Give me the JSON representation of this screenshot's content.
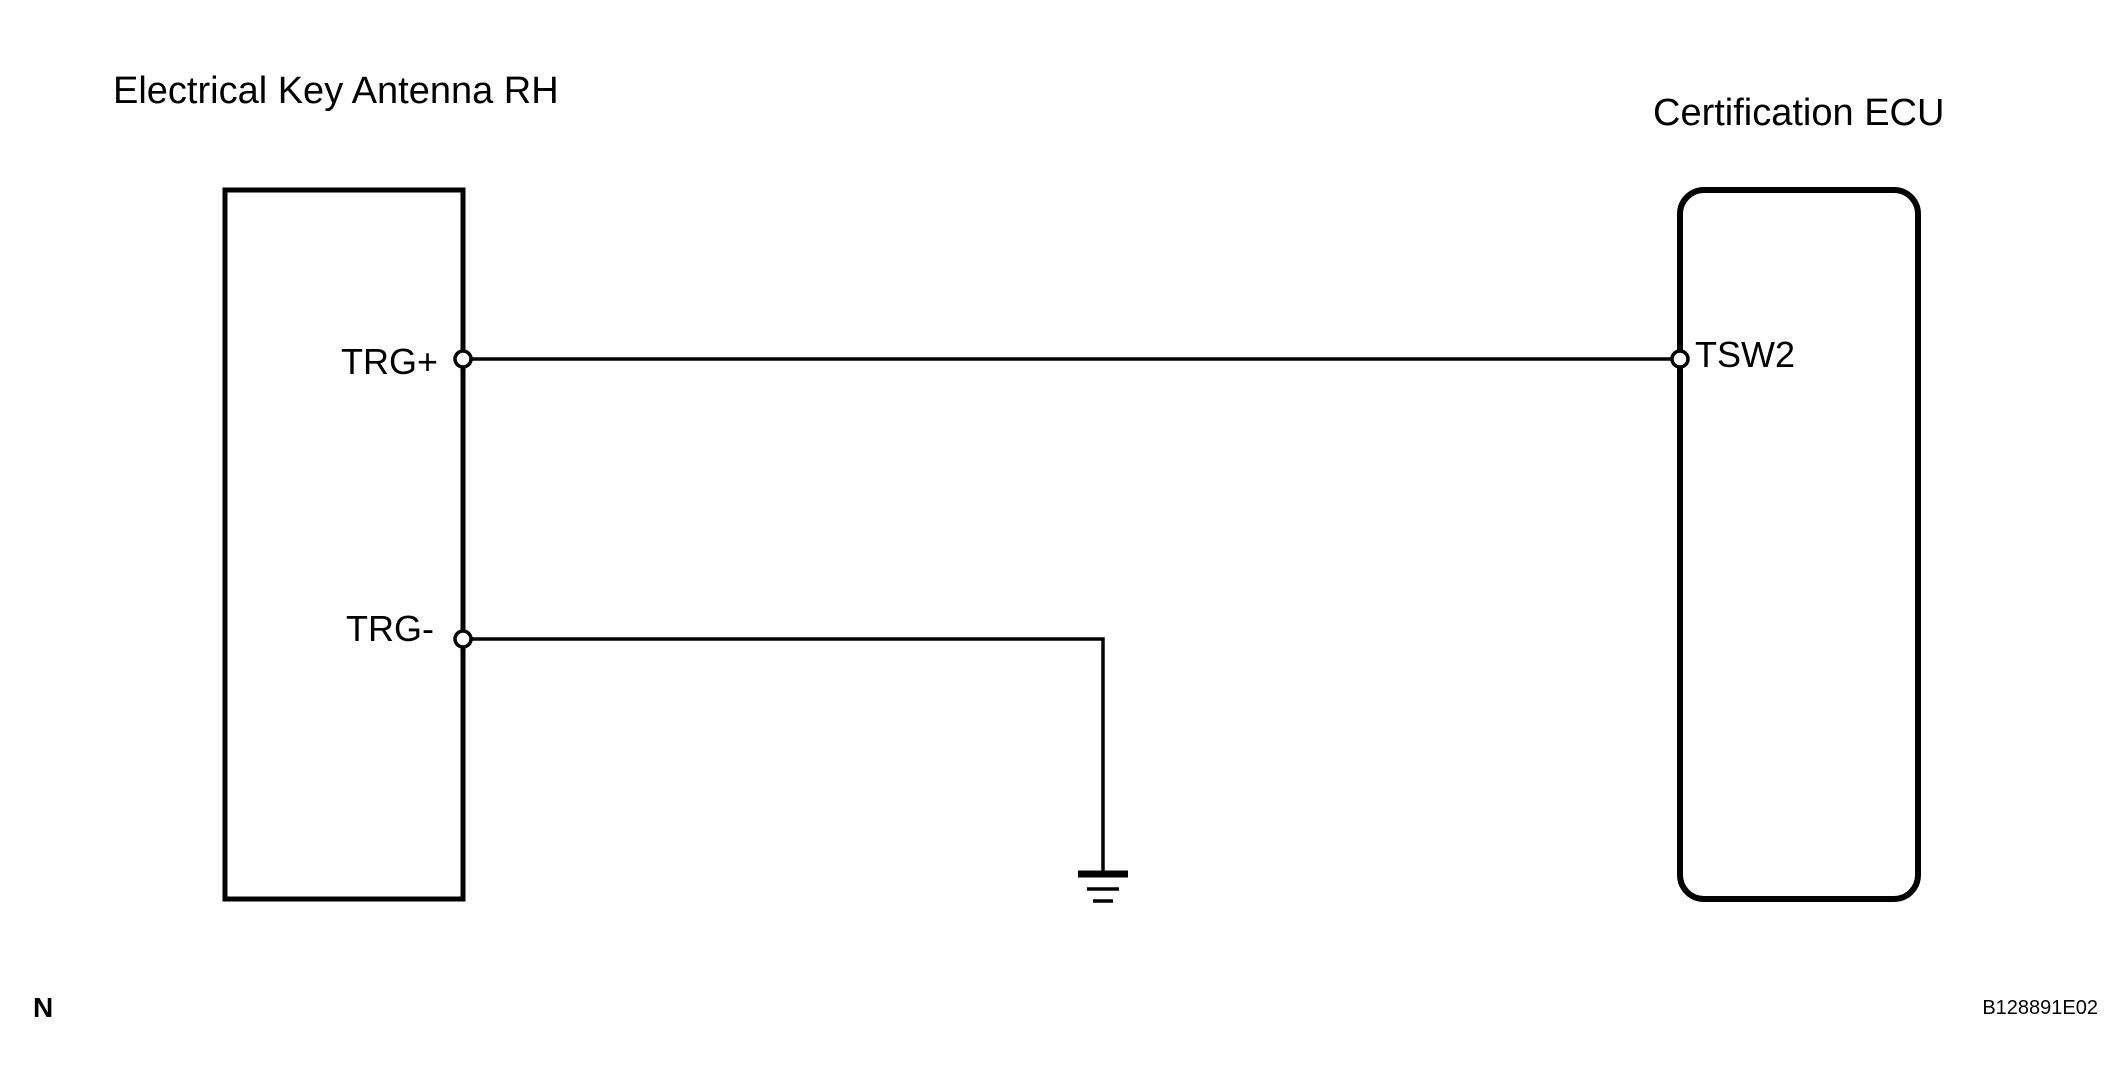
{
  "components": {
    "antenna": {
      "title": "Electrical Key Antenna RH"
    },
    "ecu": {
      "title": "Certification ECU"
    }
  },
  "pins": {
    "trg_plus": "TRG+",
    "trg_minus": "TRG-",
    "tsw2": "TSW2"
  },
  "footer": {
    "left_mark": "N",
    "figure_id": "B128891E02"
  },
  "style": {
    "line_color": "#000000",
    "background": "#ffffff"
  }
}
